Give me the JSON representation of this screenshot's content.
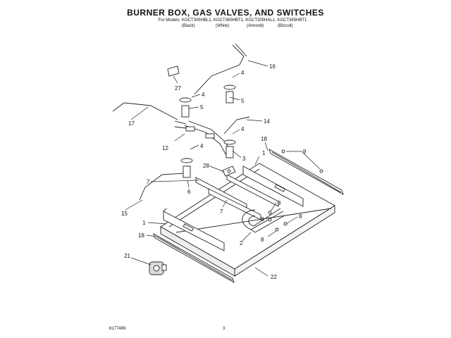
{
  "header": {
    "title": "BURNER BOX, GAS VALVES, AND SWITCHES",
    "models": "For Models: KGCT305HBL1, KGCT365HBT1, KGCT305HAL1, KGCT365HBT1",
    "color_black": "(Black)",
    "color_white": "(White)",
    "color_almond": "(Almond)",
    "color_biscuit": "(Biscuit)"
  },
  "callouts": {
    "c1a": "1",
    "c1b": "1",
    "c2": "2",
    "c3": "3",
    "c4a": "4",
    "c4b": "4",
    "c4c": "4",
    "c4d": "4",
    "c5a": "5",
    "c5b": "5",
    "c6": "6",
    "c7": "7",
    "c8a": "8",
    "c8b": "8",
    "c8c": "8",
    "c8d": "8",
    "c9": "9",
    "c12": "12",
    "c14": "14",
    "c15": "15",
    "c16": "16",
    "c17": "17",
    "c18a": "18",
    "c18b": "18",
    "c21": "21",
    "c22": "22",
    "c27": "27",
    "c28": "28"
  },
  "footer": {
    "part_number": "8177489",
    "page": "3"
  }
}
